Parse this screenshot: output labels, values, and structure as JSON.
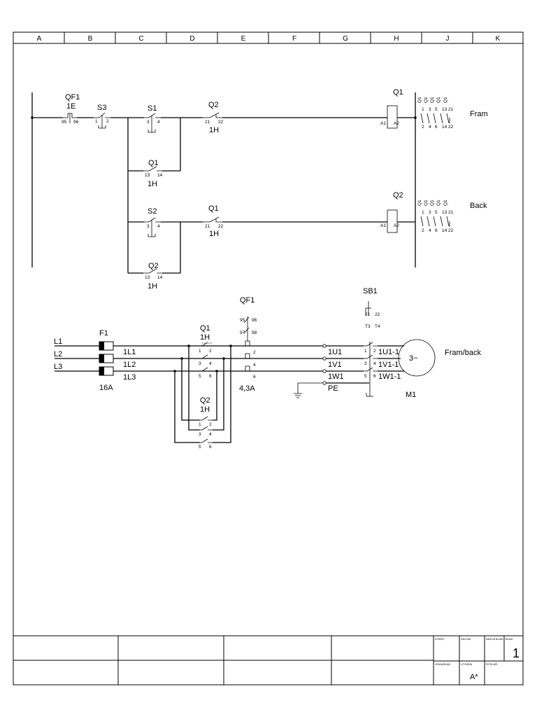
{
  "frame": {
    "columns": [
      "A",
      "B",
      "C",
      "D",
      "E",
      "F",
      "G",
      "H",
      "J",
      "K"
    ]
  },
  "control_circuit": {
    "qf1_aux": {
      "ref": "QF1",
      "code": "1E",
      "pins": [
        "95",
        "96"
      ]
    },
    "s3": {
      "ref": "S3",
      "pins": [
        "1",
        "2"
      ]
    },
    "s1": {
      "ref": "S1",
      "pins": [
        "3",
        "4"
      ]
    },
    "q2_interlock": {
      "ref": "Q2",
      "code": "1H",
      "pins": [
        "21",
        "22"
      ]
    },
    "q1_hold": {
      "ref": "Q1",
      "code": "1H",
      "pins": [
        "13",
        "14"
      ]
    },
    "q1_coil": {
      "ref": "Q1",
      "pins": [
        "A1",
        "A2"
      ]
    },
    "s2": {
      "ref": "S2",
      "pins": [
        "3",
        "4"
      ]
    },
    "q1_interlock": {
      "ref": "Q1",
      "code": "1H",
      "pins": [
        "21",
        "22"
      ]
    },
    "q2_hold": {
      "ref": "Q2",
      "code": "1H",
      "pins": [
        "13",
        "14"
      ]
    },
    "q2_coil": {
      "ref": "Q2",
      "pins": [
        "A1",
        "A2"
      ]
    },
    "contact_top": [
      "1",
      "3",
      "5",
      "13",
      "21"
    ],
    "contact_bottom": [
      "2",
      "4",
      "6",
      "14",
      "22"
    ],
    "contact_tag": "Q1",
    "row1_label": "Fram",
    "row2_label": "Back"
  },
  "power_circuit": {
    "lines": [
      "L1",
      "L2",
      "L3"
    ],
    "fuse": {
      "ref": "F1",
      "rating": "16A"
    },
    "feeds": [
      "1L1",
      "1L2",
      "1L3"
    ],
    "q1": {
      "ref": "Q1",
      "code": "1H",
      "pins": [
        "1",
        "2",
        "3",
        "4",
        "5",
        "6"
      ]
    },
    "q2": {
      "ref": "Q2",
      "code": "1H",
      "pins": [
        "1",
        "2",
        "3",
        "4",
        "5",
        "6"
      ]
    },
    "qf1": {
      "ref": "QF1",
      "pins_top": [
        "95",
        "96",
        "97",
        "98"
      ],
      "pins_out": [
        "2",
        "4",
        "6"
      ],
      "rating": "4,3A"
    },
    "terminals": [
      "1U1",
      "1V1",
      "1W1",
      "PE"
    ],
    "sb1": {
      "ref": "SB1",
      "pins_top": [
        "21",
        "22",
        "T3",
        "T4"
      ],
      "pins": [
        "1",
        "2",
        "3",
        "4",
        "5",
        "6"
      ]
    },
    "motor_wires": [
      "1U1-1",
      "1V1-1",
      "1W1-1"
    ],
    "motor": {
      "ref": "M1",
      "symbol": "3~"
    },
    "motor_label": "Fram/back"
  },
  "title_block": {
    "labels": [
      "KONST.",
      "DATUM",
      "NÄSTA BLAD",
      "BLAD",
      "GRANSKAD",
      "UTGÅVA",
      "RITN.NR."
    ],
    "sheet_no": "1",
    "edition": "A*"
  }
}
